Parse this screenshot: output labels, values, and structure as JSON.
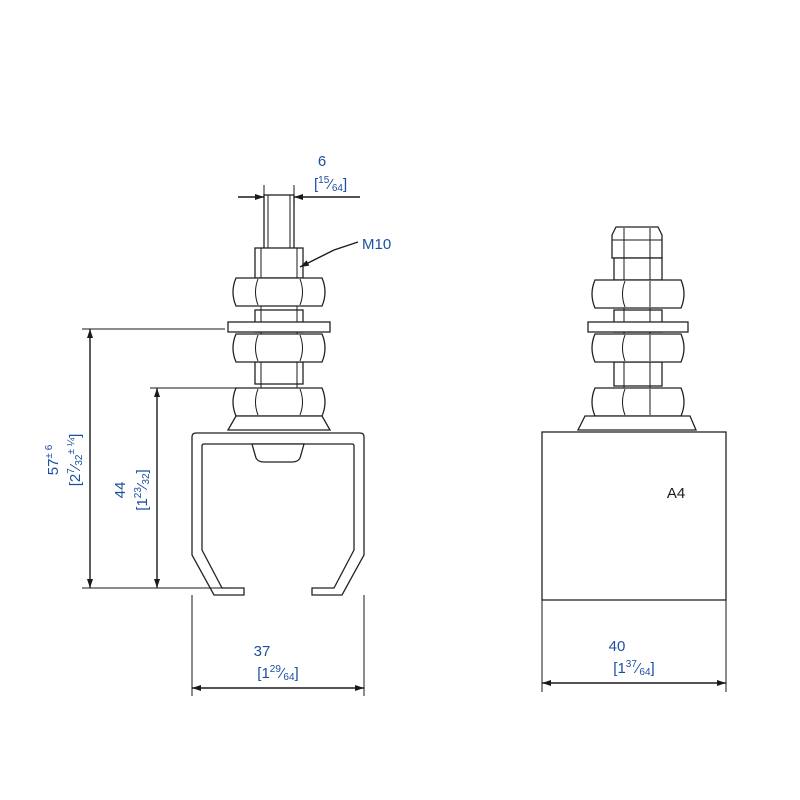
{
  "front_view": {
    "pin_width": {
      "value": "6",
      "inch_whole": "",
      "inch_num": "15",
      "inch_den": "64"
    },
    "thread": "M10",
    "overall_height": {
      "value": "57",
      "tol": "± 6",
      "inch_whole": "2",
      "inch_num": "7",
      "inch_den": "32",
      "inch_tol": "± ¼"
    },
    "body_height": {
      "value": "44",
      "inch_whole": "1",
      "inch_num": "23",
      "inch_den": "32"
    },
    "body_width": {
      "value": "37",
      "inch_whole": "1",
      "inch_num": "29",
      "inch_den": "64"
    }
  },
  "side_view": {
    "marking": "A4",
    "body_width": {
      "value": "40",
      "inch_whole": "1",
      "inch_num": "37",
      "inch_den": "64"
    }
  }
}
